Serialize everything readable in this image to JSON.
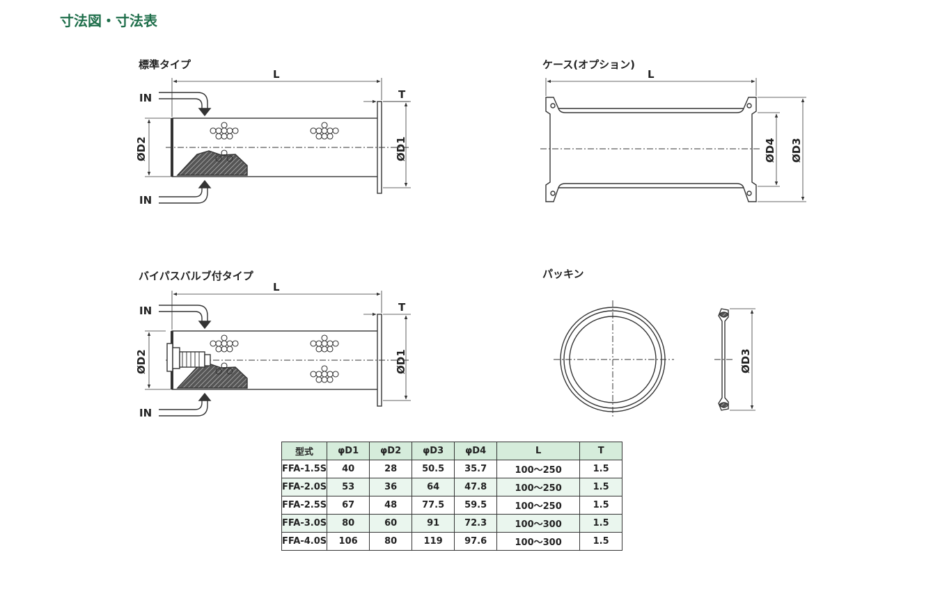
{
  "page_title": "寸法図・寸法表",
  "captions": {
    "standard": "標準タイプ",
    "case": "ケース(オプション)",
    "bypass": "バイパスバルブ付タイプ",
    "packing": "パッキン"
  },
  "labels": {
    "in": "IN",
    "L": "L",
    "T": "T",
    "D1": "ØD1",
    "D2": "ØD2",
    "D3": "ØD3",
    "D4": "ØD4"
  },
  "table": {
    "headers": [
      "型式",
      "φD1",
      "φD2",
      "φD3",
      "φD4",
      "L",
      "T"
    ],
    "rows": [
      [
        "FFA-1.5S",
        "40",
        "28",
        "50.5",
        "35.7",
        "100～250",
        "1.5"
      ],
      [
        "FFA-2.0S",
        "53",
        "36",
        "64",
        "47.8",
        "100～250",
        "1.5"
      ],
      [
        "FFA-2.5S",
        "67",
        "48",
        "77.5",
        "59.5",
        "100～250",
        "1.5"
      ],
      [
        "FFA-3.0S",
        "80",
        "60",
        "91",
        "72.3",
        "100～300",
        "1.5"
      ],
      [
        "FFA-4.0S",
        "106",
        "80",
        "119",
        "97.6",
        "100～300",
        "1.5"
      ]
    ]
  }
}
